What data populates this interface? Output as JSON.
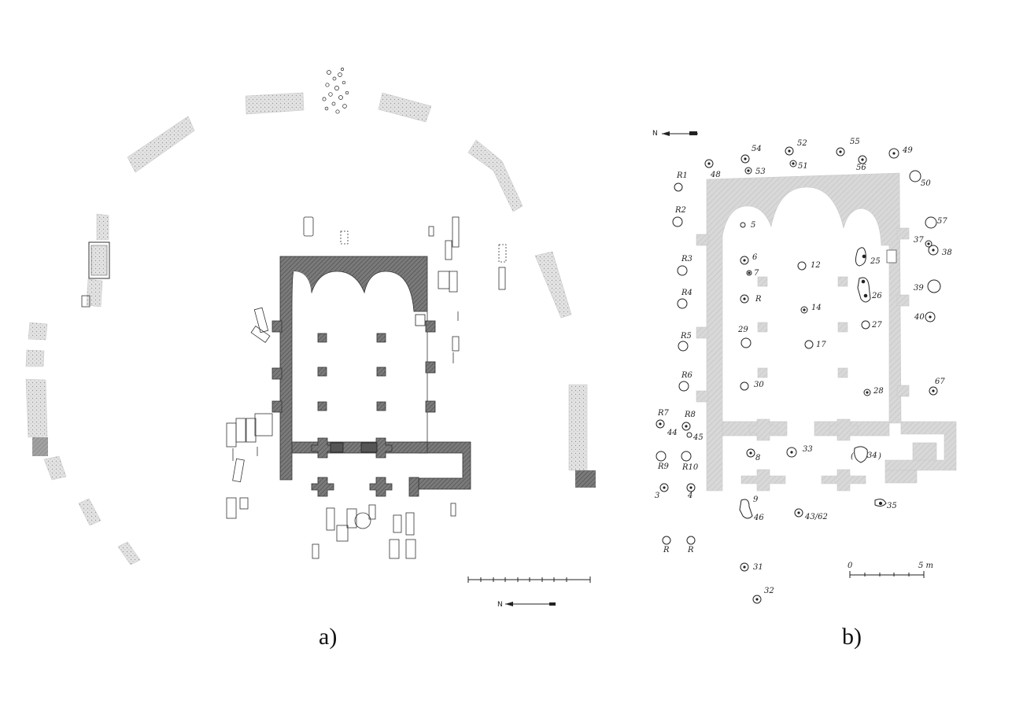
{
  "captions": {
    "a": "a)",
    "b": "b)"
  },
  "panel_a": {
    "north_label": "N"
  },
  "panel_b": {
    "north_label": "N",
    "scale": {
      "start": "0",
      "end": "5 m"
    },
    "features": [
      "R1",
      "R2",
      "R3",
      "R4",
      "R5",
      "R6",
      "R7",
      "R8",
      "R9",
      "R10",
      "R",
      "R",
      "R",
      "3",
      "4",
      "5",
      "6",
      "7",
      "8",
      "9",
      "12",
      "14",
      "17",
      "25",
      "26",
      "27",
      "28",
      "29",
      "30",
      "31",
      "32",
      "33",
      "34",
      "35",
      "37",
      "38",
      "39",
      "40",
      "43/62",
      "44",
      "45",
      "46",
      "48",
      "49",
      "50",
      "51",
      "52",
      "53",
      "54",
      "55",
      "56",
      "57",
      "67"
    ]
  },
  "colors": {
    "wall_dark": "#6a6a6a",
    "wall_light": "#d2d2d2",
    "ring_fill": "#dcdcdc",
    "line": "#333333"
  }
}
